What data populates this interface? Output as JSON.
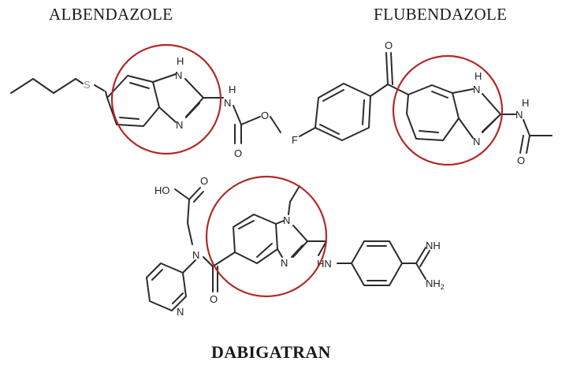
{
  "molecules": [
    {
      "name": "ALBENDAZOLE",
      "atoms": {
        "s": "S",
        "n_top": "N",
        "h_top": "H",
        "n_bottom": "N",
        "nh_n": "N",
        "nh_h": "H",
        "o_carbonyl": "O",
        "o_ester": "O"
      }
    },
    {
      "name": "FLUBENDAZOLE",
      "atoms": {
        "f": "F",
        "o_ketone": "O",
        "n_top": "N",
        "h_top": "H",
        "n_bottom": "N",
        "nh_n": "N",
        "nh_h": "H",
        "o_carbonyl": "O"
      }
    },
    {
      "name": "DABIGATRAN",
      "atoms": {
        "ho": "HO",
        "o_acid": "O",
        "n_amide": "N",
        "n_pyridine": "N",
        "o_amide": "O",
        "n_methyl": "N",
        "n_bottom": "N",
        "hn": "HN",
        "nh": "NH",
        "nh2": "NH",
        "nh2_sub": "2"
      }
    }
  ],
  "highlight_color": "#b32828"
}
